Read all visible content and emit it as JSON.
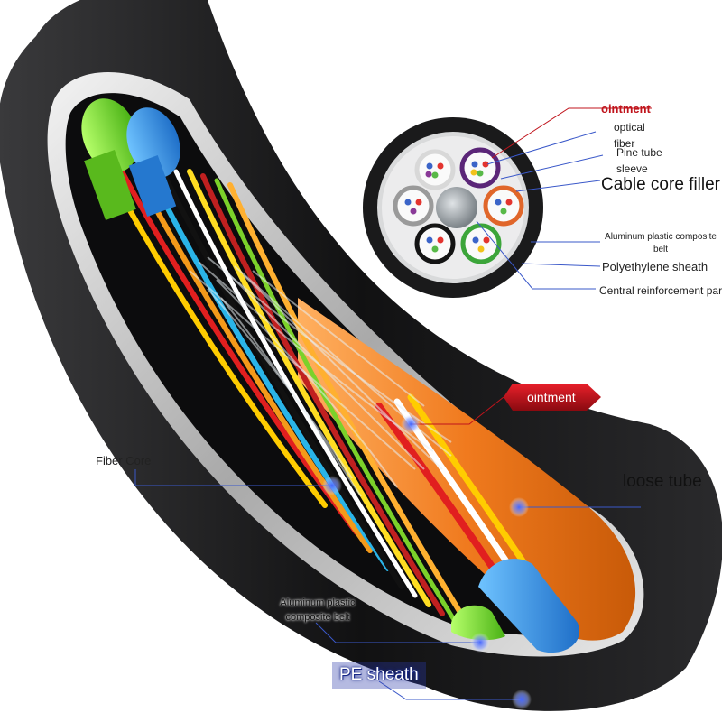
{
  "callouts_top": {
    "ointment": "ointment",
    "optical_fiber": "optical fiber",
    "pine_tube": "Pine tube sleeve",
    "cable_core_filler": "Cable core filler",
    "aluminum_belt": "Aluminum plastic composite belt",
    "pe_sheath": "Polyethylene sheath",
    "central_part": "Central reinforcement part"
  },
  "callouts_main": {
    "ointment": "ointment",
    "fiber_core": "Fiber Core",
    "loose_tube": "loose tube",
    "aluminum_belt": "Aluminum plastic composite belt",
    "pe_sheath": "PE sheath"
  },
  "colors": {
    "sheath": "#1c1c1e",
    "accent_red": "#c0141c",
    "leader_blue": "#3a58c9",
    "orange_tube": "#f07a1e",
    "blue_tube": "#2a8fe0",
    "green_tube": "#6cd12a"
  }
}
